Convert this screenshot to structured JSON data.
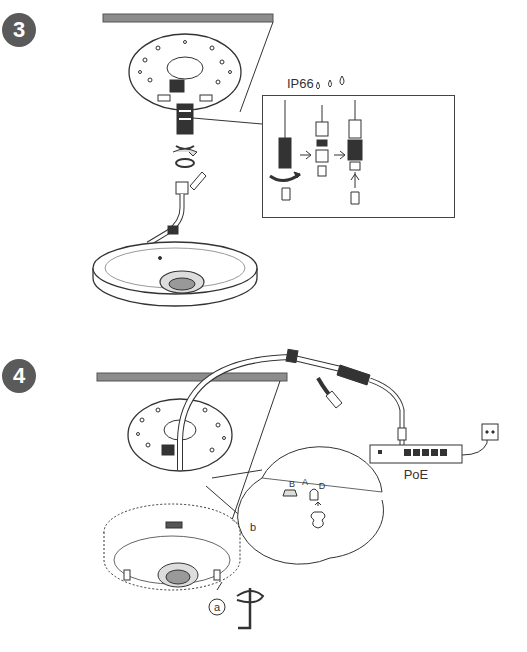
{
  "diagram": {
    "nodes": [
      {
        "text": [
          "3"
        ]
      },
      {
        "text": [
          "4"
        ]
      },
      {
        "text": [
          "IP66"
        ]
      },
      {
        "text": [
          "PoE"
        ]
      }
    ],
    "labels": [
      "a",
      "b",
      "B",
      "A",
      "D"
    ]
  }
}
